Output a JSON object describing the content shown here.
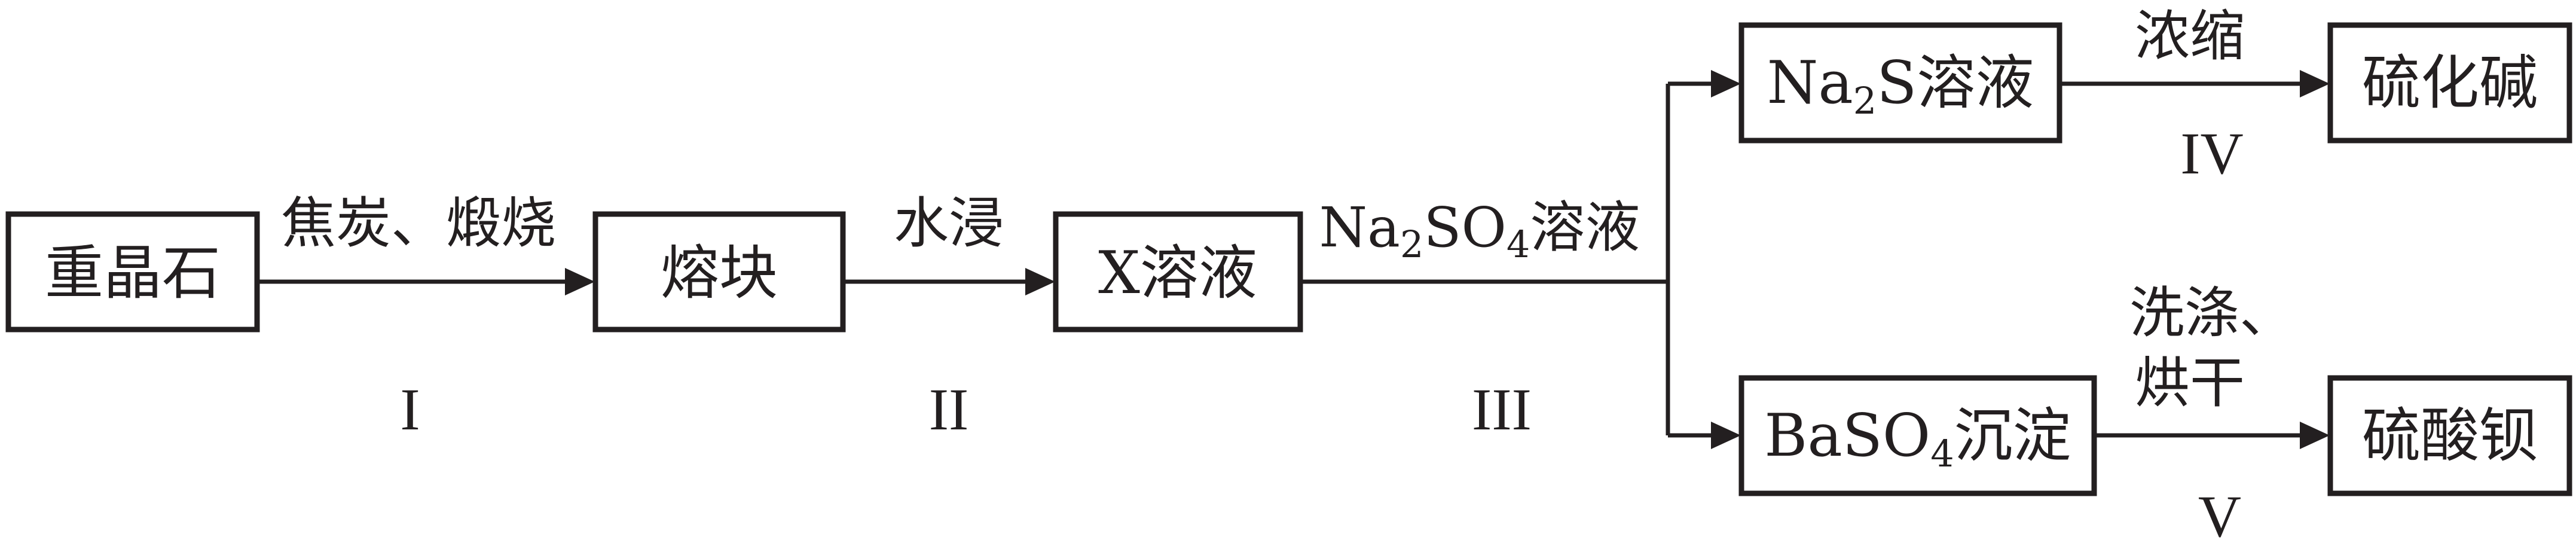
{
  "nodes": {
    "barite": "重晶石",
    "fused_block": "熔块",
    "x_solution": "X溶液",
    "na2s_solution": {
      "formula_main": "Na",
      "formula_sub": "2",
      "formula_tail": "S",
      "name": "溶液"
    },
    "baso4_precipitate": {
      "formula_main": "BaSO",
      "formula_sub": "4",
      "name": "沉淀"
    },
    "sodium_sulfide": "硫化碱",
    "barium_sulfate": "硫酸钡"
  },
  "edges": {
    "step1_label": "焦炭、煅烧",
    "step2_label": "水浸",
    "step3_label": {
      "a": "Na",
      "a_sub": "2",
      "b": "SO",
      "b_sub": "4",
      "c": "溶液"
    },
    "step4_label": "浓缩",
    "step5_label_line1": "洗涤、",
    "step5_label_line2": "烘干"
  },
  "step_numbers": {
    "s1": "I",
    "s2": "II",
    "s3": "III",
    "s4": "IV",
    "s5": "V"
  }
}
